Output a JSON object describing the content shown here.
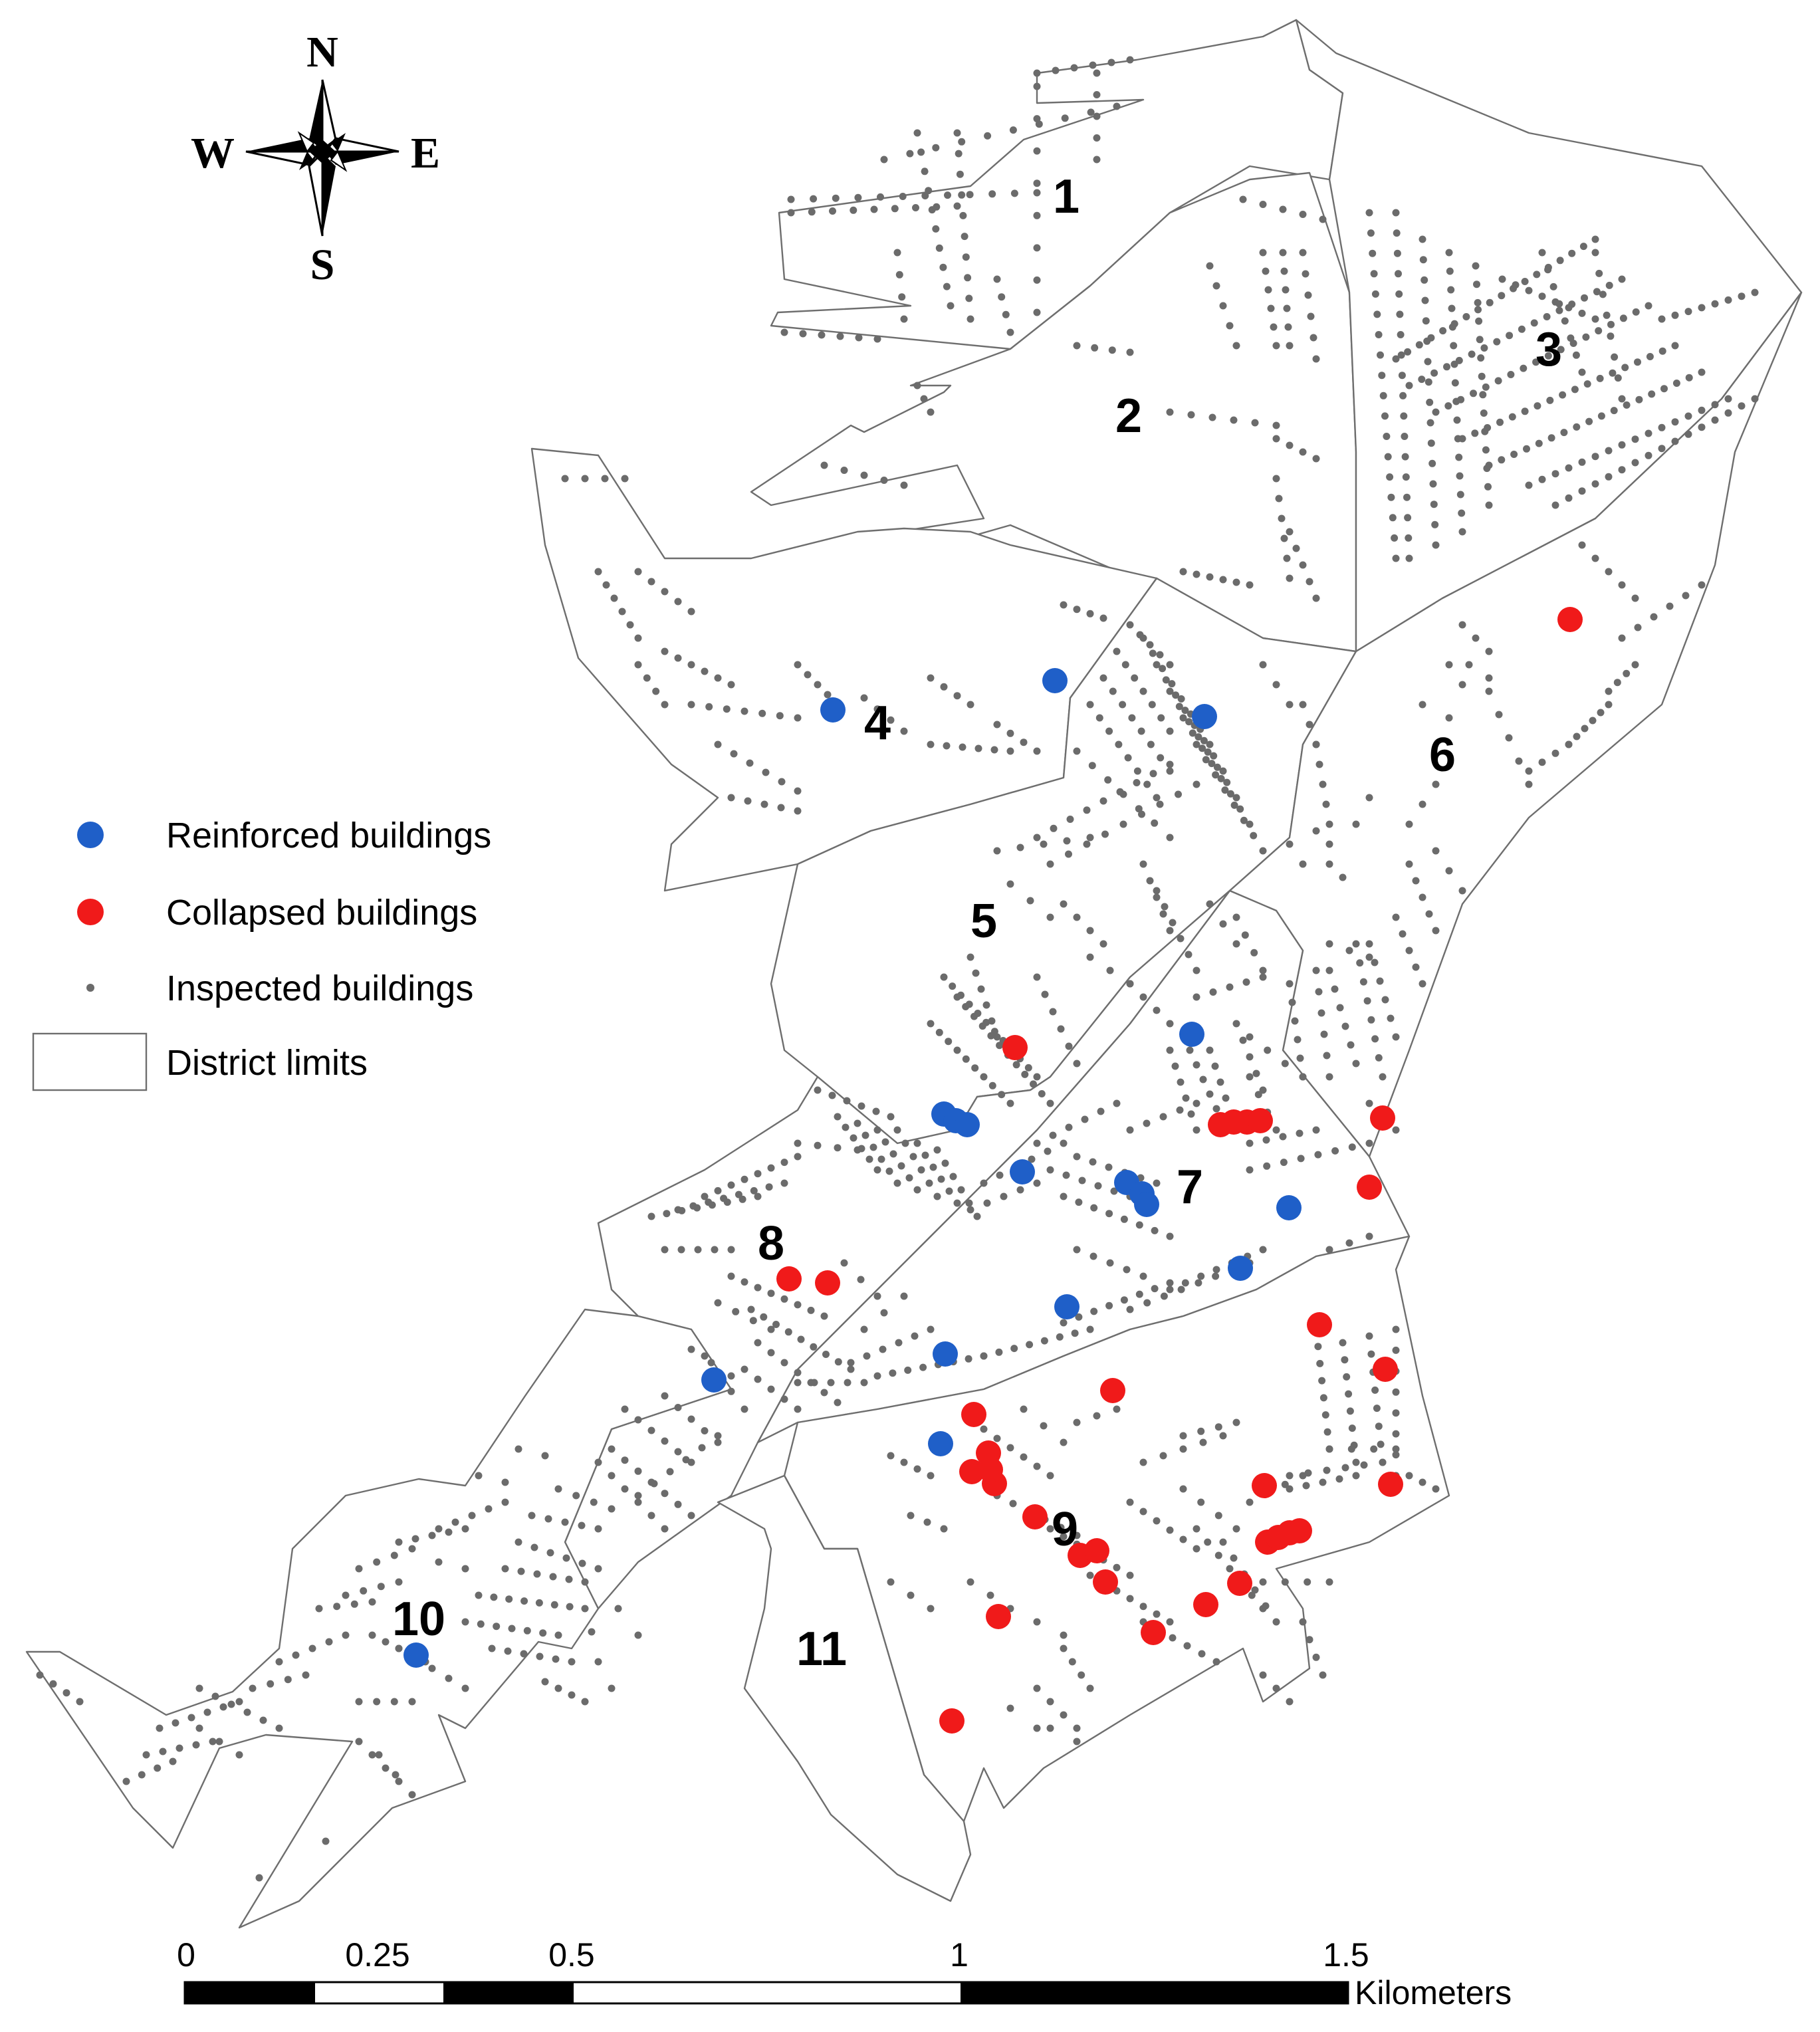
{
  "compass": {
    "north": "N",
    "south": "S",
    "east": "E",
    "west": "W"
  },
  "districts": [
    {
      "id": "1",
      "label": "1"
    },
    {
      "id": "2",
      "label": "2"
    },
    {
      "id": "3",
      "label": "3"
    },
    {
      "id": "4",
      "label": "4"
    },
    {
      "id": "5",
      "label": "5"
    },
    {
      "id": "6",
      "label": "6"
    },
    {
      "id": "7",
      "label": "7"
    },
    {
      "id": "8",
      "label": "8"
    },
    {
      "id": "9",
      "label": "9"
    },
    {
      "id": "10",
      "label": "10"
    },
    {
      "id": "11",
      "label": "11"
    }
  ],
  "legend": {
    "reinforced": "Reinforced buildings",
    "collapsed": "Collapsed buildings",
    "inspected": "Inspected buildings",
    "limits": "District limits"
  },
  "colors": {
    "reinforced": "#1f5fc8",
    "collapsed": "#f01a1a",
    "inspected": "#6b6b6b",
    "district_line": "#6e6e6e"
  },
  "scale_bar": {
    "ticks": [
      "0",
      "0.25",
      "0.5",
      "1",
      "1.5"
    ],
    "unit": "Kilometers"
  }
}
